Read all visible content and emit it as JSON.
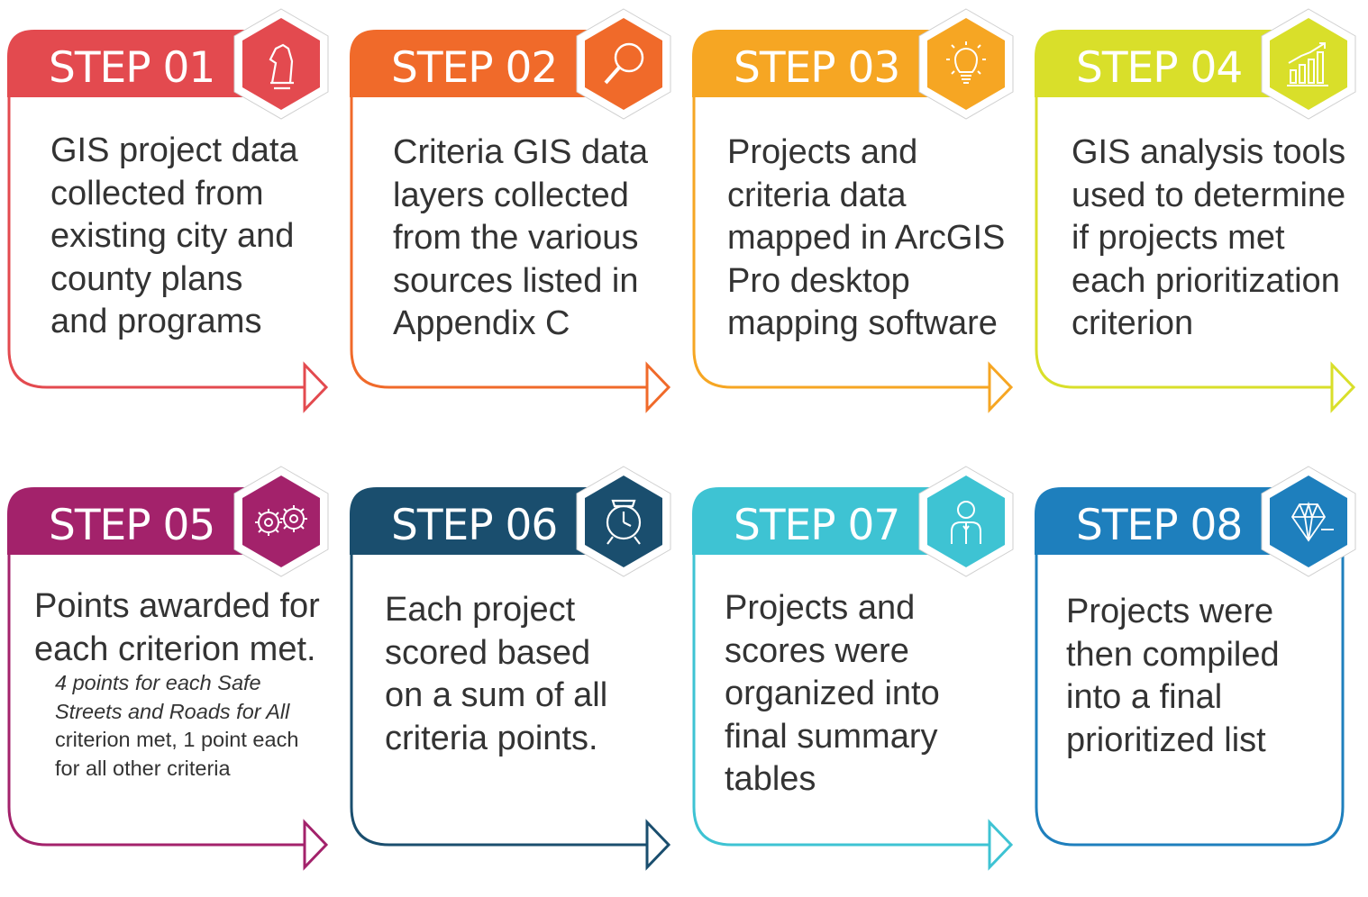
{
  "steps": [
    {
      "label": "STEP 01",
      "color": "#e34a4f",
      "icon": "chess-knight-icon",
      "lines": [
        "GIS project data",
        "collected from",
        "existing city and",
        "county plans",
        "and programs"
      ]
    },
    {
      "label": "STEP 02",
      "color": "#f06a2a",
      "icon": "magnifier-icon",
      "lines": [
        "Criteria GIS data",
        "layers collected",
        "from the various",
        "sources listed in",
        "Appendix C"
      ]
    },
    {
      "label": "STEP 03",
      "color": "#f6a623",
      "icon": "lightbulb-icon",
      "lines": [
        "Projects and",
        "criteria data",
        "mapped in ArcGIS",
        "Pro desktop",
        "mapping software"
      ]
    },
    {
      "label": "STEP 04",
      "color": "#d9df2a",
      "icon": "bar-chart-icon",
      "lines": [
        "GIS analysis tools",
        "used to determine",
        "if projects met",
        "each prioritization",
        "criterion"
      ]
    },
    {
      "label": "STEP 05",
      "color": "#a3226b",
      "icon": "gears-icon",
      "lines": [
        "Points awarded for",
        "each criterion met."
      ],
      "note_italic": [
        "4 points for each Safe",
        "Streets and Roads for All"
      ],
      "note_plain": [
        "criterion met, 1 point each",
        "for all other criteria"
      ]
    },
    {
      "label": "STEP 06",
      "color": "#1a4e6e",
      "icon": "alarm-clock-icon",
      "lines": [
        "Each project",
        "scored based",
        "on a sum of all",
        "criteria points."
      ]
    },
    {
      "label": "STEP 07",
      "color": "#3ec3d3",
      "icon": "person-icon",
      "lines": [
        "Projects and",
        "scores were",
        "organized into",
        "final summary",
        "tables"
      ]
    },
    {
      "label": "STEP 08",
      "color": "#1e7fbd",
      "icon": "diamond-icon",
      "lines": [
        "Projects were",
        "then compiled",
        "into a final",
        "prioritized list"
      ]
    }
  ]
}
